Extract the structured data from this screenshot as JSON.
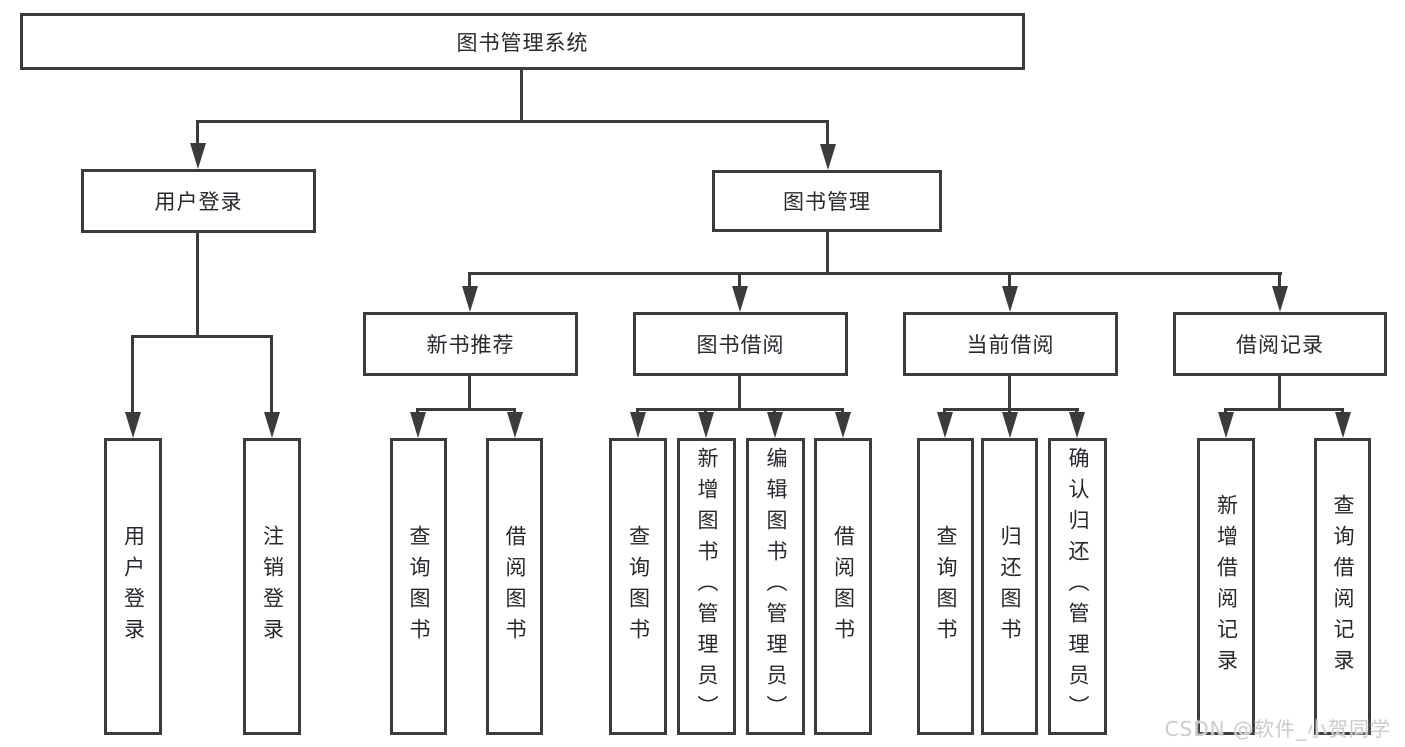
{
  "diagram": {
    "root": {
      "label": "图书管理系统"
    },
    "level2": [
      {
        "label": "用户登录"
      },
      {
        "label": "图书管理"
      }
    ],
    "user_children": [
      {
        "label": "用户登录"
      },
      {
        "label": "注销登录"
      }
    ],
    "mgmt_children": [
      {
        "label": "新书推荐",
        "children": [
          {
            "label": "查询图书"
          },
          {
            "label": "借阅图书"
          }
        ]
      },
      {
        "label": "图书借阅",
        "children": [
          {
            "label": "查询图书"
          },
          {
            "label": "新增图书（管理员）"
          },
          {
            "label": "编辑图书（管理员）"
          },
          {
            "label": "借阅图书"
          }
        ]
      },
      {
        "label": "当前借阅",
        "children": [
          {
            "label": "查询图书"
          },
          {
            "label": "归还图书"
          },
          {
            "label": "确认归还（管理员）"
          }
        ]
      },
      {
        "label": "借阅记录",
        "children": [
          {
            "label": "新增借阅记录"
          },
          {
            "label": "查询借阅记录"
          }
        ]
      }
    ]
  },
  "watermark": {
    "text": "CSDN @软件_小贺同学"
  },
  "colors": {
    "line": "#3b3b3b",
    "text": "#26292e",
    "background": "#ffffff",
    "watermark": "#cbcbcb"
  }
}
